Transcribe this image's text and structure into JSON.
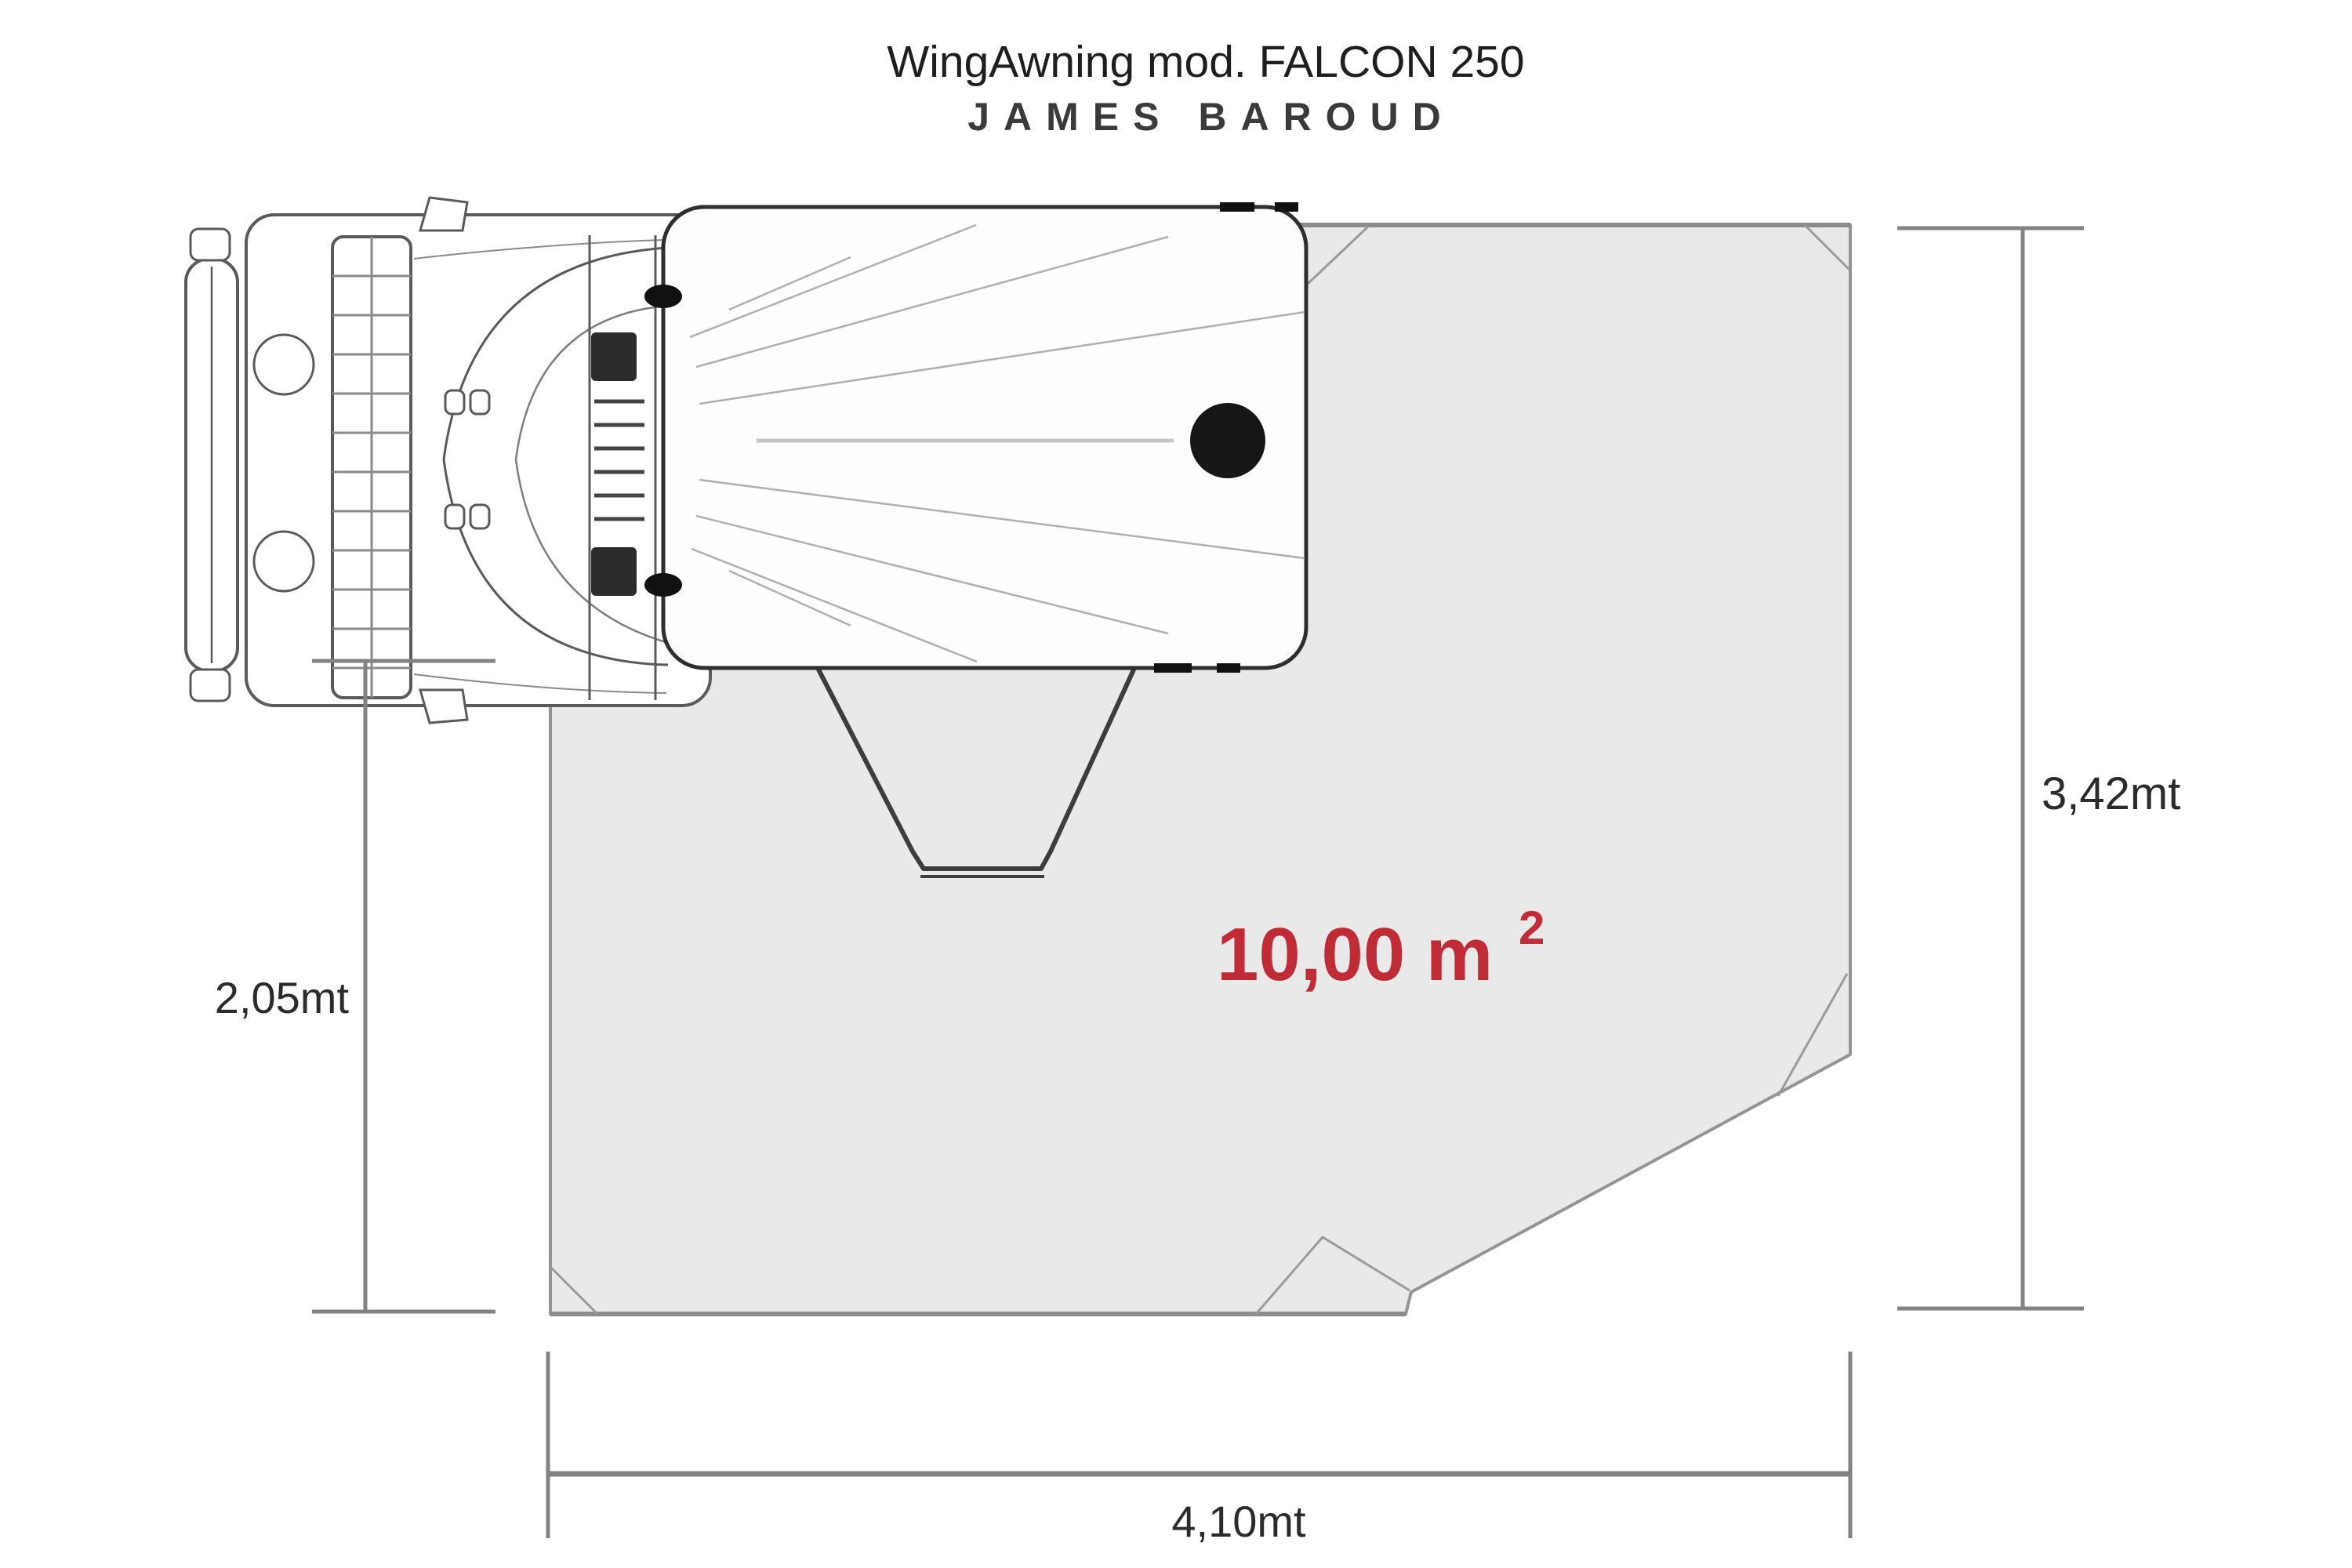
{
  "title": {
    "line1": "WingAwning mod. FALCON 250",
    "line2": "JAMES BAROUD"
  },
  "awning": {
    "area_value": "10,00 m",
    "area_sup": "2"
  },
  "dimensions": {
    "bottom_width": "4,10mt",
    "right_height": "3,42mt",
    "left_offset": "2,05mt"
  },
  "colors": {
    "awning_fill": "#e9e9e9",
    "awning_outline": "#949494",
    "dimension_line": "#828282",
    "area_text": "#c12b35",
    "label_ink": "#2b2b2b",
    "line_art": "#5a5a5a"
  }
}
